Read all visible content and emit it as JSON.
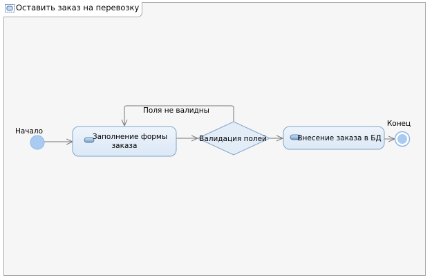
{
  "diagram": {
    "title": "Оставить заказ на перевозку",
    "start_label": "Начало",
    "end_label": "Конец",
    "actions": {
      "fill_form": {
        "line1": "Заполнение формы",
        "line2": "заказа"
      },
      "save_order": {
        "label": "Внесение заказа в БД"
      }
    },
    "decision": {
      "label": "Валидация полей"
    },
    "loop_guard": "Поля не валидны",
    "colors": {
      "action_fill": "#e3edf8",
      "action_stroke": "#7fa2c6",
      "node_fill": "#a9cbf1",
      "edge": "#777777"
    },
    "icons": {
      "title": "activity-icon",
      "action": "action-icon"
    }
  }
}
